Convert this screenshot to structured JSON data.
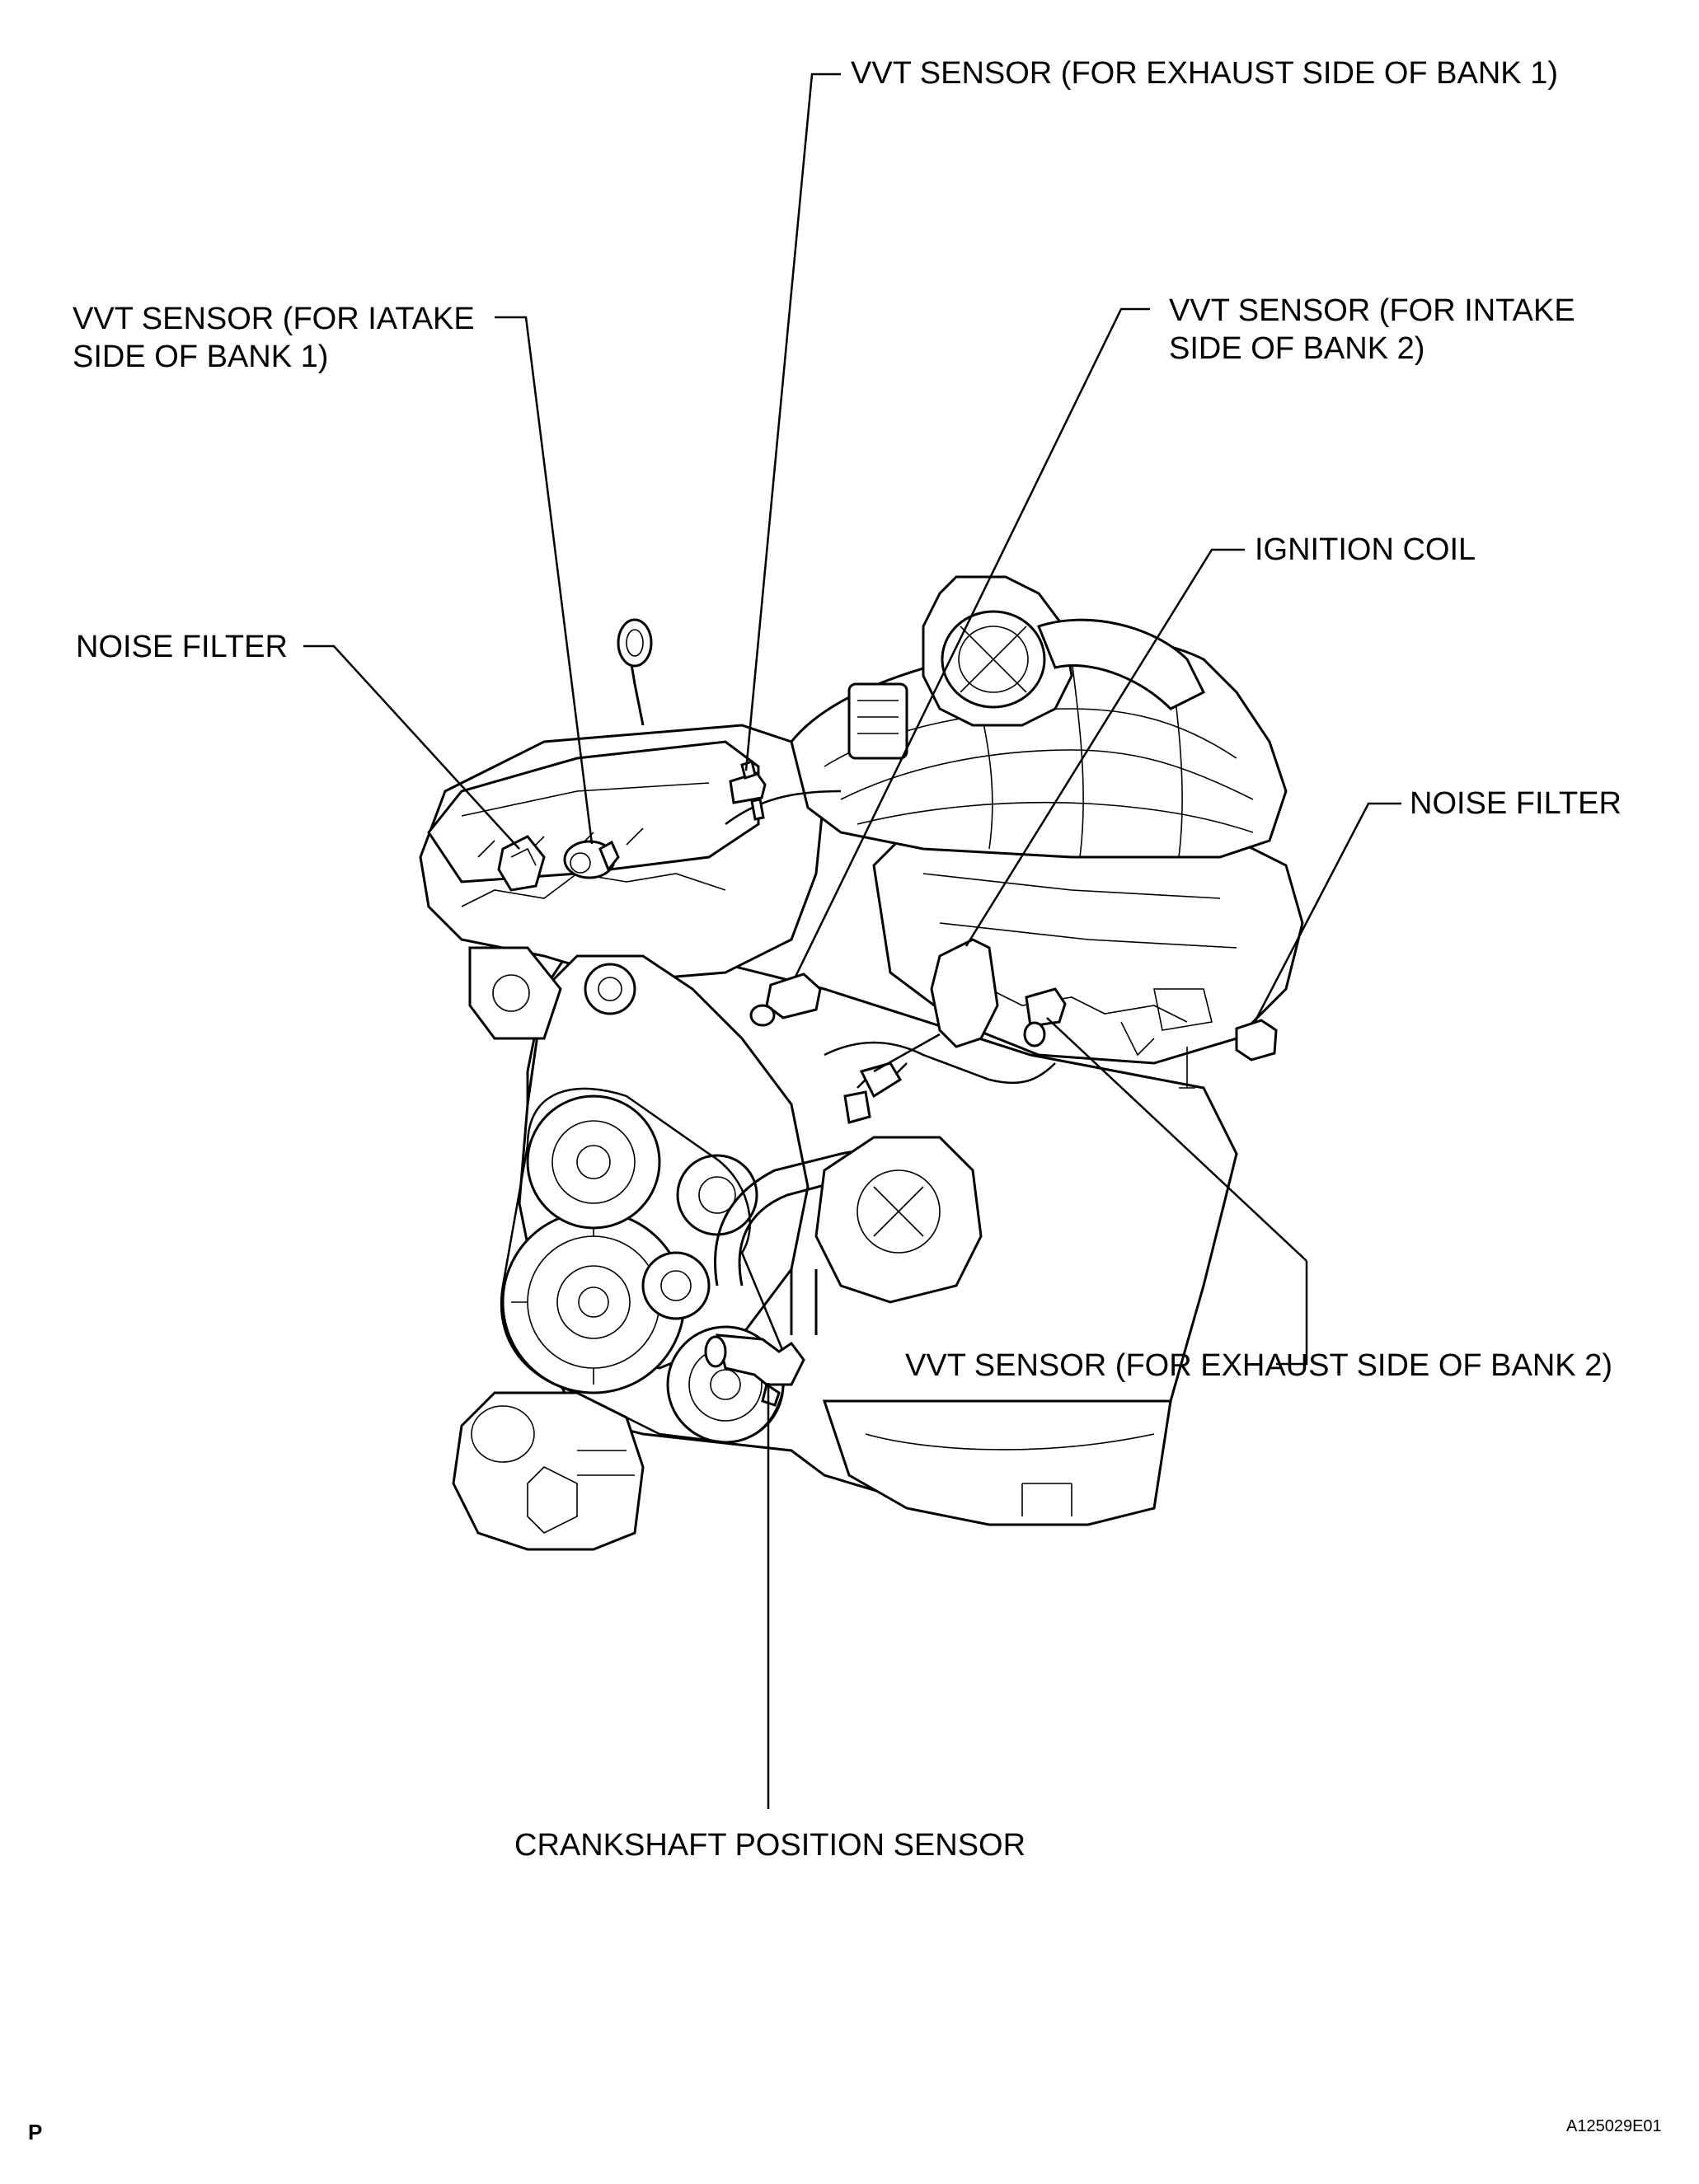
{
  "labels": {
    "vvt_exhaust_bank1": "VVT SENSOR (FOR EXHAUST SIDE OF BANK 1)",
    "vvt_intake_bank1": "VVT SENSOR (FOR IATAKE\nSIDE OF BANK 1)",
    "vvt_intake_bank2": "VVT SENSOR (FOR INTAKE\nSIDE OF BANK 2)",
    "ignition_coil": "IGNITION COIL",
    "noise_filter_left": "NOISE FILTER",
    "noise_filter_right": "NOISE FILTER",
    "vvt_exhaust_bank2": "VVT SENSOR (FOR EXHAUST SIDE OF BANK 2)",
    "crankshaft_sensor": "CRANKSHAFT POSITION SENSOR"
  },
  "corner_mark": "P",
  "figure_code": "A125029E01"
}
